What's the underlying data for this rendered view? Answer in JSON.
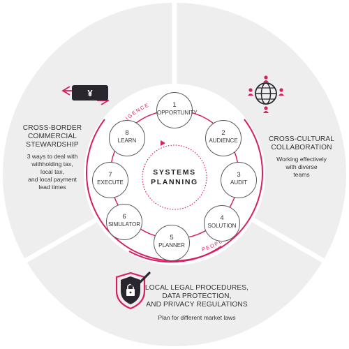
{
  "colors": {
    "accent": "#d81e62",
    "panel_fill": "#eeeeee",
    "separator": "#ffffff",
    "circle_border": "#5a5a5a",
    "text": "#333333",
    "icon_dark": "#2a2630"
  },
  "diagram": {
    "center": {
      "line1": "SYSTEMS",
      "line2": "PLANNING"
    },
    "ring_labels": {
      "top": "INTELLIGENCE",
      "bottom": "PEOPLE"
    },
    "steps": [
      {
        "number": "1",
        "label": "OPPORTUNITY"
      },
      {
        "number": "2",
        "label": "AUDIENCE"
      },
      {
        "number": "3",
        "label": "AUDIT"
      },
      {
        "number": "4",
        "label": "SOLUTION"
      },
      {
        "number": "5",
        "label": "PLANNER"
      },
      {
        "number": "6",
        "label": "SIMULATOR"
      },
      {
        "number": "7",
        "label": "EXECUTE"
      },
      {
        "number": "8",
        "label": "LEARN"
      }
    ]
  },
  "panels": {
    "left": {
      "title_lines": [
        "CROSS-BORDER",
        "COMMERCIAL",
        "STEWARDSHIP"
      ],
      "sub_lines": [
        "3 ways to deal with",
        "withholding tax,",
        "local tax,",
        "and local payment",
        "lead times"
      ],
      "icon": "yen-exchange-icon",
      "icon_glyph": "¥"
    },
    "right": {
      "title_lines": [
        "CROSS-CULTURAL",
        "COLLABORATION"
      ],
      "sub_lines": [
        "Working effectively",
        "with diverse",
        "teams"
      ],
      "icon": "globe-people-icon"
    },
    "bottom": {
      "title_lines": [
        "LOCAL LEGAL PROCEDURES,",
        "DATA PROTECTION,",
        "AND PRIVACY REGULATIONS"
      ],
      "sub_lines": [
        "Plan for different market laws"
      ],
      "icon": "shield-lock-check-icon"
    }
  }
}
